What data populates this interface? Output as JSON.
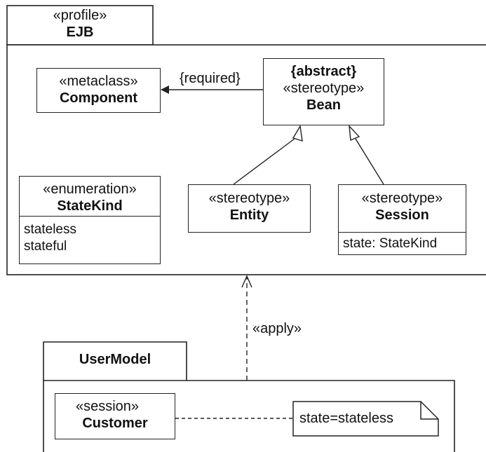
{
  "profile": {
    "stereotype": "«profile»",
    "name": "EJB"
  },
  "classes": {
    "component": {
      "stereotype": "«metaclass»",
      "name": "Component"
    },
    "bean": {
      "constraint": "{abstract}",
      "stereotype": "«stereotype»",
      "name": "Bean"
    },
    "statekind": {
      "stereotype": "«enumeration»",
      "name": "StateKind",
      "literals": [
        "stateless",
        "stateful"
      ]
    },
    "entity": {
      "stereotype": "«stereotype»",
      "name": "Entity"
    },
    "session": {
      "stereotype": "«stereotype»",
      "name": "Session",
      "attribute": "state: StateKind"
    }
  },
  "extension_label": "{required}",
  "apply_label": "«apply»",
  "usermodel": {
    "name": "UserModel",
    "customer": {
      "stereotype": "«session»",
      "name": "Customer"
    },
    "note": "state=stateless"
  }
}
